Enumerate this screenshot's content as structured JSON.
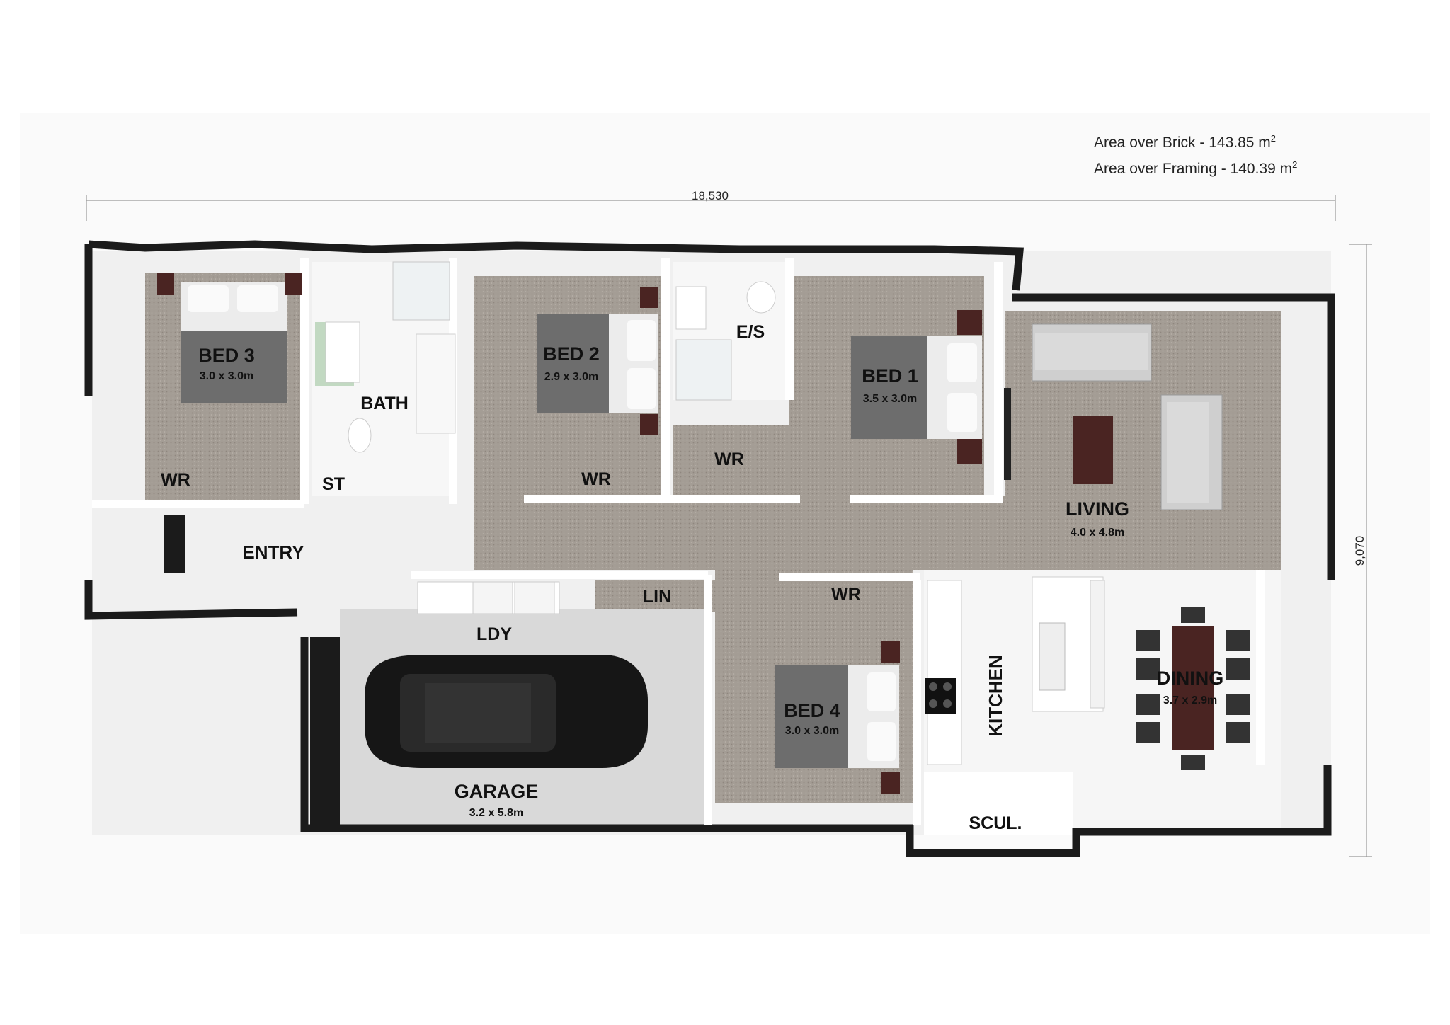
{
  "areas": {
    "brick_prefix": "Area over Brick - 143.85 m",
    "framing_prefix": "Area over Framing - 140.39 m",
    "unit_superscript": "2"
  },
  "dimensions": {
    "overall_width": "18,530",
    "overall_depth": "9,070"
  },
  "rooms": {
    "bed3": {
      "name": "BED 3",
      "size": "3.0 x 3.0m"
    },
    "bath": {
      "name": "BATH"
    },
    "bed2": {
      "name": "BED 2",
      "size": "2.9 x 3.0m"
    },
    "es": {
      "name": "E/S"
    },
    "bed1": {
      "name": "BED 1",
      "size": "3.5 x 3.0m"
    },
    "living": {
      "name": "LIVING",
      "size": "4.0 x 4.8m"
    },
    "wr_bed3": {
      "name": "WR"
    },
    "st": {
      "name": "ST"
    },
    "wr_bed2": {
      "name": "WR"
    },
    "wr_bed1": {
      "name": "WR"
    },
    "entry": {
      "name": "ENTRY"
    },
    "lin": {
      "name": "LIN"
    },
    "wr_bed4": {
      "name": "WR"
    },
    "ldy": {
      "name": "LDY"
    },
    "kitchen": {
      "name": "KITCHEN"
    },
    "dining": {
      "name": "DINING",
      "size": "3.7 x 2.9m"
    },
    "bed4": {
      "name": "BED 4",
      "size": "3.0 x 3.0m"
    },
    "garage": {
      "name": "GARAGE",
      "size": "3.2 x 5.8m"
    },
    "scul": {
      "name": "SCUL."
    }
  },
  "colors": {
    "wall": "#1b1b1b",
    "carpet": "#a49d95",
    "tile": "#f3f3f3",
    "garage_floor": "#d9d9d9",
    "bed": "#6d6d6d",
    "furniture": "#cfcfcf",
    "timber": "#4a2422"
  }
}
